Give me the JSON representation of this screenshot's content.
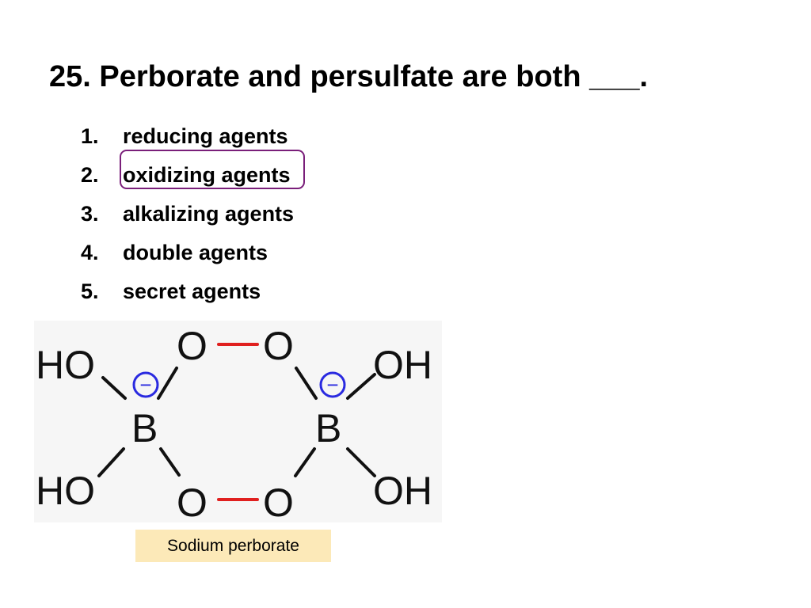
{
  "question": {
    "title": "25.  Perborate and persulfate are both ___."
  },
  "options": [
    {
      "number": "1.",
      "text": "reducing agents"
    },
    {
      "number": "2.",
      "text": "oxidizing agents"
    },
    {
      "number": "3.",
      "text": "alkalizing agents"
    },
    {
      "number": "4.",
      "text": "double agents"
    },
    {
      "number": "5.",
      "text": "secret agents"
    }
  ],
  "highlighted_answer": 2,
  "structure": {
    "atoms": {
      "ho_top_left": "HO",
      "ho_bottom_left": "HO",
      "oh_top_right": "OH",
      "oh_bottom_right": "OH",
      "boron_left": "B",
      "boron_right": "B",
      "oxygen_top_left": "O",
      "oxygen_top_right": "O",
      "oxygen_bottom_left": "O",
      "oxygen_bottom_right": "O",
      "charge_left": "−",
      "charge_right": "−"
    },
    "colors": {
      "bond": "#111111",
      "peroxide_bond": "#e0201f",
      "charge": "#2a2ae0",
      "answer_circle": "#7a1f7a",
      "caption_background": "#fce9b8"
    }
  },
  "caption": "Sodium perborate"
}
